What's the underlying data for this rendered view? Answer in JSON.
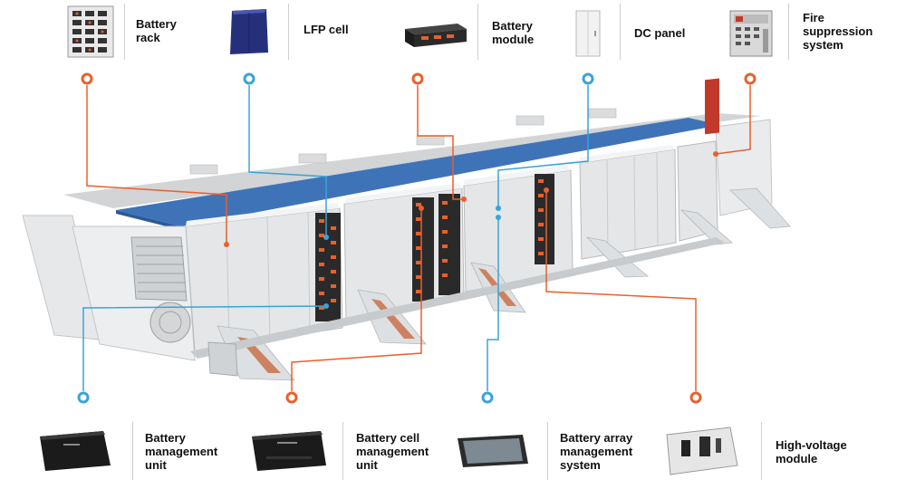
{
  "top_components": [
    {
      "label": "Battery\nrack",
      "marker_color": "orange"
    },
    {
      "label": "LFP cell",
      "marker_color": "blue"
    },
    {
      "label": "Battery\nmodule",
      "marker_color": "orange"
    },
    {
      "label": "DC panel",
      "marker_color": "blue"
    },
    {
      "label": "Fire\nsuppression\nsystem",
      "marker_color": "orange"
    }
  ],
  "bottom_components": [
    {
      "label": "Battery\nmanagement\nunit",
      "marker_color": "blue"
    },
    {
      "label": "Battery cell\nmanagement\nunit",
      "marker_color": "orange"
    },
    {
      "label": "Battery array\nmanagement\nsystem",
      "marker_color": "blue"
    },
    {
      "label": "High-voltage\nmodule",
      "marker_color": "orange"
    }
  ],
  "colors": {
    "orange": "#e8602c",
    "blue": "#3aa3d8",
    "roof": "#3f73b8",
    "cabinet": "#e4e6e8"
  }
}
